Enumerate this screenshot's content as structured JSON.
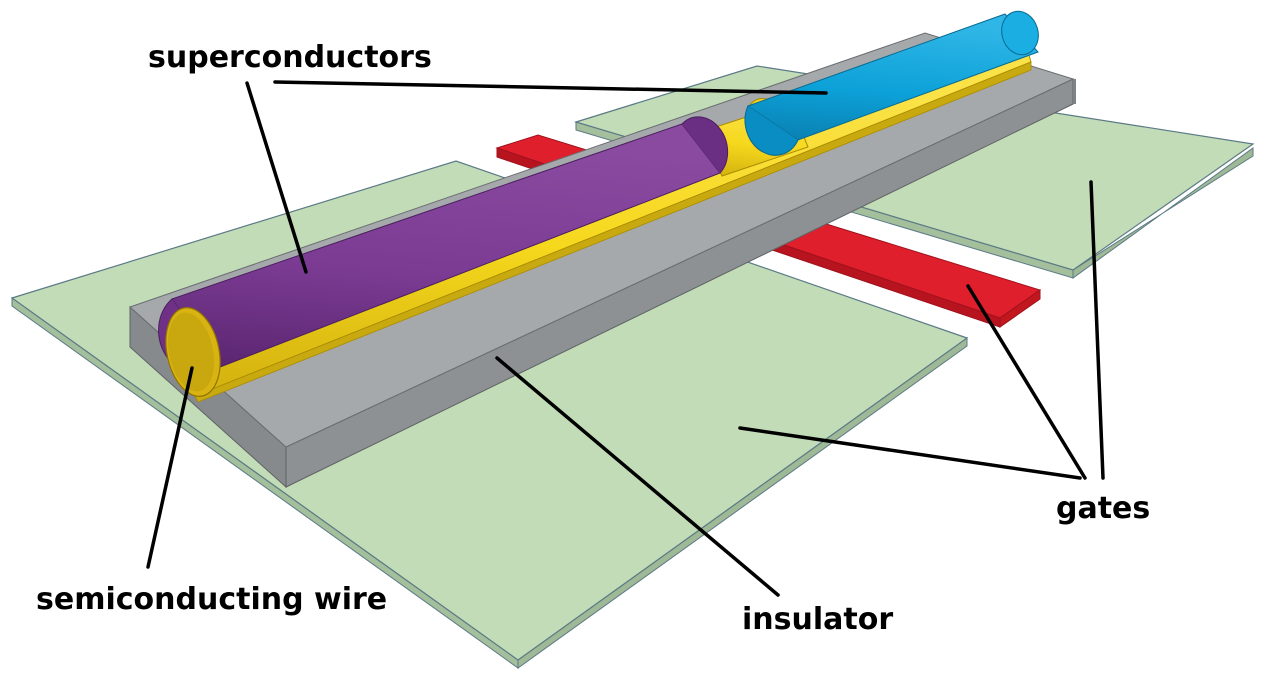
{
  "labels": {
    "superconductors": "superconductors",
    "semiconducting_wire": "semiconducting wire",
    "insulator": "insulator",
    "gates": "gates"
  },
  "colors": {
    "gate_plate": "#c2dcb7",
    "gate_plate_edge": "#9fb996",
    "gate_outline": "#5b7a86",
    "red_gate": "#e01f2d",
    "red_gate_side": "#b8141f",
    "insulator_top": "#a6a9ab",
    "insulator_side": "#878a8c",
    "wire_yellow": "#f2d21a",
    "wire_yellow_dark": "#c9a910",
    "superconductor_purple": "#7a3a92",
    "superconductor_blue": "#0b9fd6",
    "leader_line": "#000000"
  }
}
